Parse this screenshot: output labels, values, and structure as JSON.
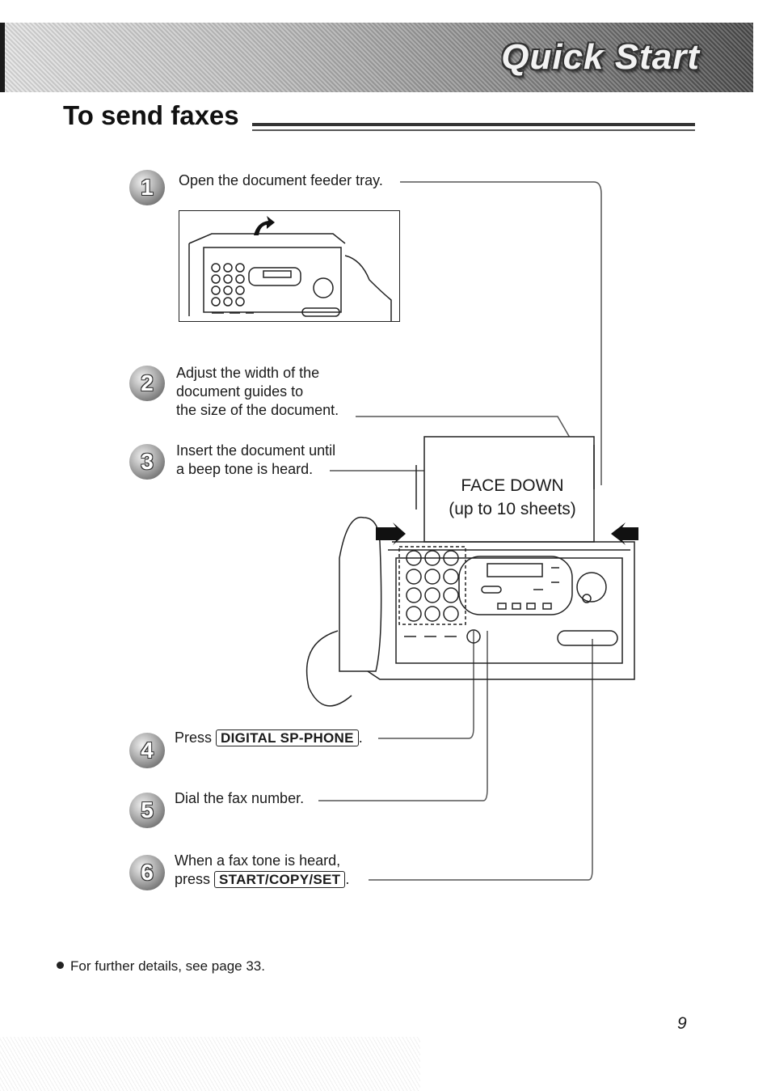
{
  "banner": {
    "title": "Quick Start"
  },
  "section": {
    "title": "To send faxes"
  },
  "steps": [
    {
      "number": "1",
      "lines": [
        "Open the document feeder tray."
      ]
    },
    {
      "number": "2",
      "lines": [
        "Adjust the width of the",
        "document guides to",
        "the size of the document."
      ]
    },
    {
      "number": "3",
      "lines": [
        "Insert the document until",
        "a beep tone is heard."
      ]
    },
    {
      "number": "4",
      "prefix": "Press",
      "key": "DIGITAL SP-PHONE",
      "suffix": "."
    },
    {
      "number": "5",
      "lines": [
        "Dial the fax number."
      ]
    },
    {
      "number": "6",
      "line1": "When a fax tone is heard,",
      "prefix": "press",
      "key": "START/COPY/SET",
      "suffix": "."
    }
  ],
  "callout": {
    "line1": "FACE DOWN",
    "line2": "(up to 10 sheets)"
  },
  "note": {
    "text": "For further details, see page 33."
  },
  "page": {
    "number": "9"
  },
  "colors": {
    "ink": "#1a1a1a",
    "banner_dark": "#4a4a4a",
    "banner_light": "#e4e4e4"
  }
}
